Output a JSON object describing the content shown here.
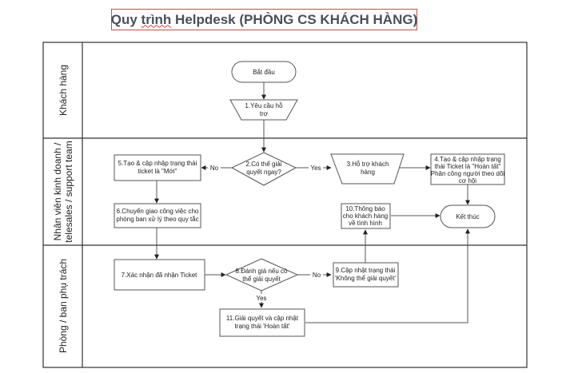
{
  "title": {
    "prefix": "Quy ",
    "spellchecked_word": "trình",
    "suffix": " Helpdesk (PHÒNG CS KHÁCH HÀNG)"
  },
  "lanes": [
    {
      "id": "customer",
      "label": [
        "Khách hàng"
      ]
    },
    {
      "id": "sales",
      "label": [
        "Nhân viên kinh doanh /",
        "telesales / support team"
      ]
    },
    {
      "id": "dept",
      "label": [
        "Phòng / ban phụ trách"
      ]
    }
  ],
  "nodes": {
    "start": {
      "lines": [
        "Bắt đầu"
      ],
      "shape": "terminator"
    },
    "n1": {
      "lines": [
        "1.Yêu cầu hỗ",
        "trợ"
      ],
      "shape": "manual-operation"
    },
    "n2": {
      "lines": [
        "2.Có thể giải",
        "quyết ngay?"
      ],
      "shape": "decision"
    },
    "n3": {
      "lines": [
        "3.Hỗ trợ khách",
        "hàng"
      ],
      "shape": "manual-operation"
    },
    "n4": {
      "lines": [
        "4.Tạo & cập nhập trạng",
        "thái Ticket là \"Hoàn tất\"",
        "Phân công người theo dõi",
        "cơ hội"
      ],
      "shape": "process"
    },
    "n5": {
      "lines": [
        "5.Tạo & cập nhập trạng thái",
        "ticket là \"Mới\""
      ],
      "shape": "process"
    },
    "n6": {
      "lines": [
        "6.Chuyển giao công việc cho",
        "phòng ban xử lý theo quy tắc"
      ],
      "shape": "process"
    },
    "n7": {
      "lines": [
        "7.Xác nhận đã nhận Ticket"
      ],
      "shape": "process"
    },
    "n8": {
      "lines": [
        "8.Đánh giá nếu có",
        "thể giải quyết"
      ],
      "shape": "decision"
    },
    "n9": {
      "lines": [
        "9.Cập nhật trạng thái",
        "'Không thể giải quyết'"
      ],
      "shape": "process"
    },
    "n10": {
      "lines": [
        "10.Thông báo",
        "cho khách hàng",
        "về tình hình"
      ],
      "shape": "process"
    },
    "n11": {
      "lines": [
        "11.Giải quyết và cập nhật",
        "trạng thái 'Hoàn tất'"
      ],
      "shape": "process"
    },
    "end": {
      "lines": [
        "Kết thúc"
      ],
      "shape": "terminator"
    }
  },
  "edge_labels": {
    "n2_no": "No",
    "n2_yes": "Yes",
    "n8_no": "No",
    "n8_yes": "Yes"
  },
  "colors": {
    "title_border": "#c0504d",
    "title_text": "#4a4f5c",
    "stroke": "#555555"
  }
}
